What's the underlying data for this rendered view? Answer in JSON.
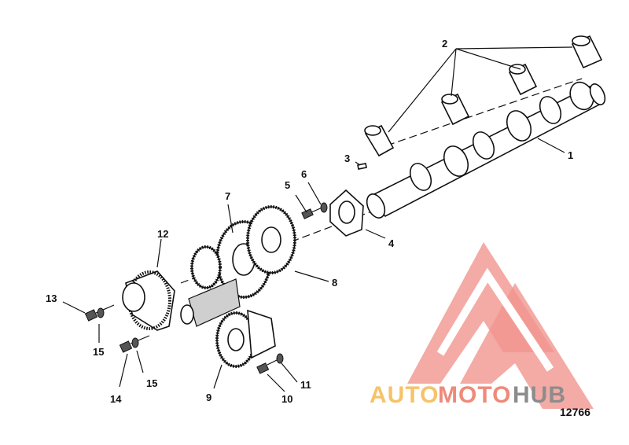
{
  "diagram": {
    "callouts": [
      "1",
      "2",
      "3",
      "4",
      "5",
      "6",
      "7",
      "8",
      "9",
      "10",
      "11",
      "12",
      "13",
      "14",
      "15",
      "15"
    ],
    "figure_number": "12766"
  },
  "watermark": {
    "brand_part1": "AUTO",
    "brand_part2": "MOTO",
    "brand_part3": "HUB",
    "colors": {
      "auto": "#f6c26a",
      "moto": "#ee8a7b",
      "hub": "#8c8c8c",
      "triangle": "#f08a82"
    }
  }
}
